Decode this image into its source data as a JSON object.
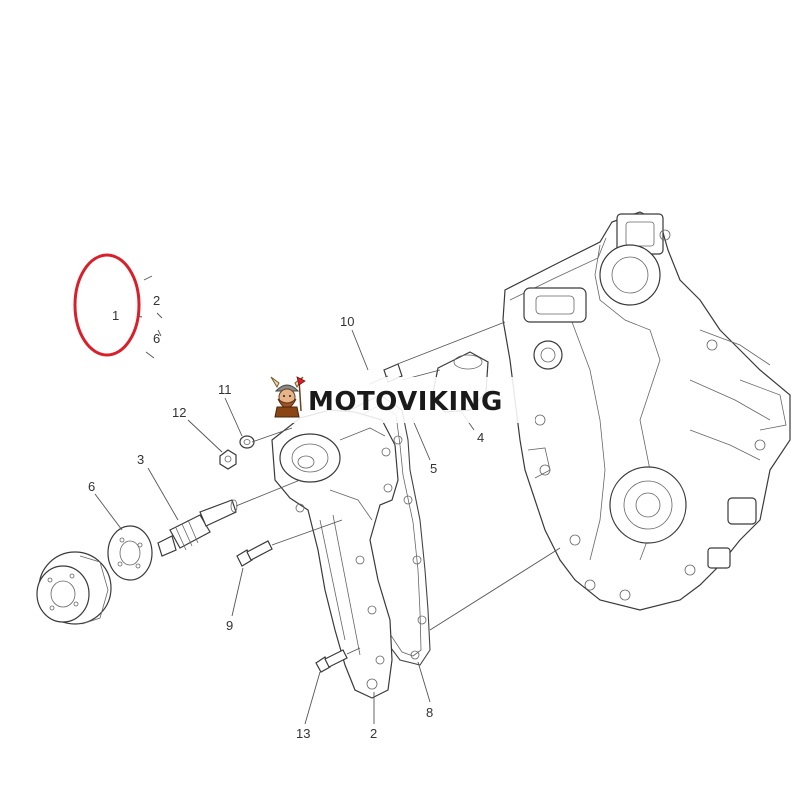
{
  "diagram": {
    "callouts": {
      "c1": "1",
      "c2a": "2",
      "c6a": "6",
      "c10": "10",
      "c11": "11",
      "c12": "12",
      "c3": "3",
      "c6": "6",
      "c4": "4",
      "c5": "5",
      "c9": "9",
      "c13": "13",
      "c2": "2",
      "c8": "8"
    },
    "highlight_color": "#d9202a",
    "line_color": "#444444"
  },
  "watermark": {
    "brand": "MOTOVIKING",
    "logo_icon": "viking-mascot-icon"
  }
}
